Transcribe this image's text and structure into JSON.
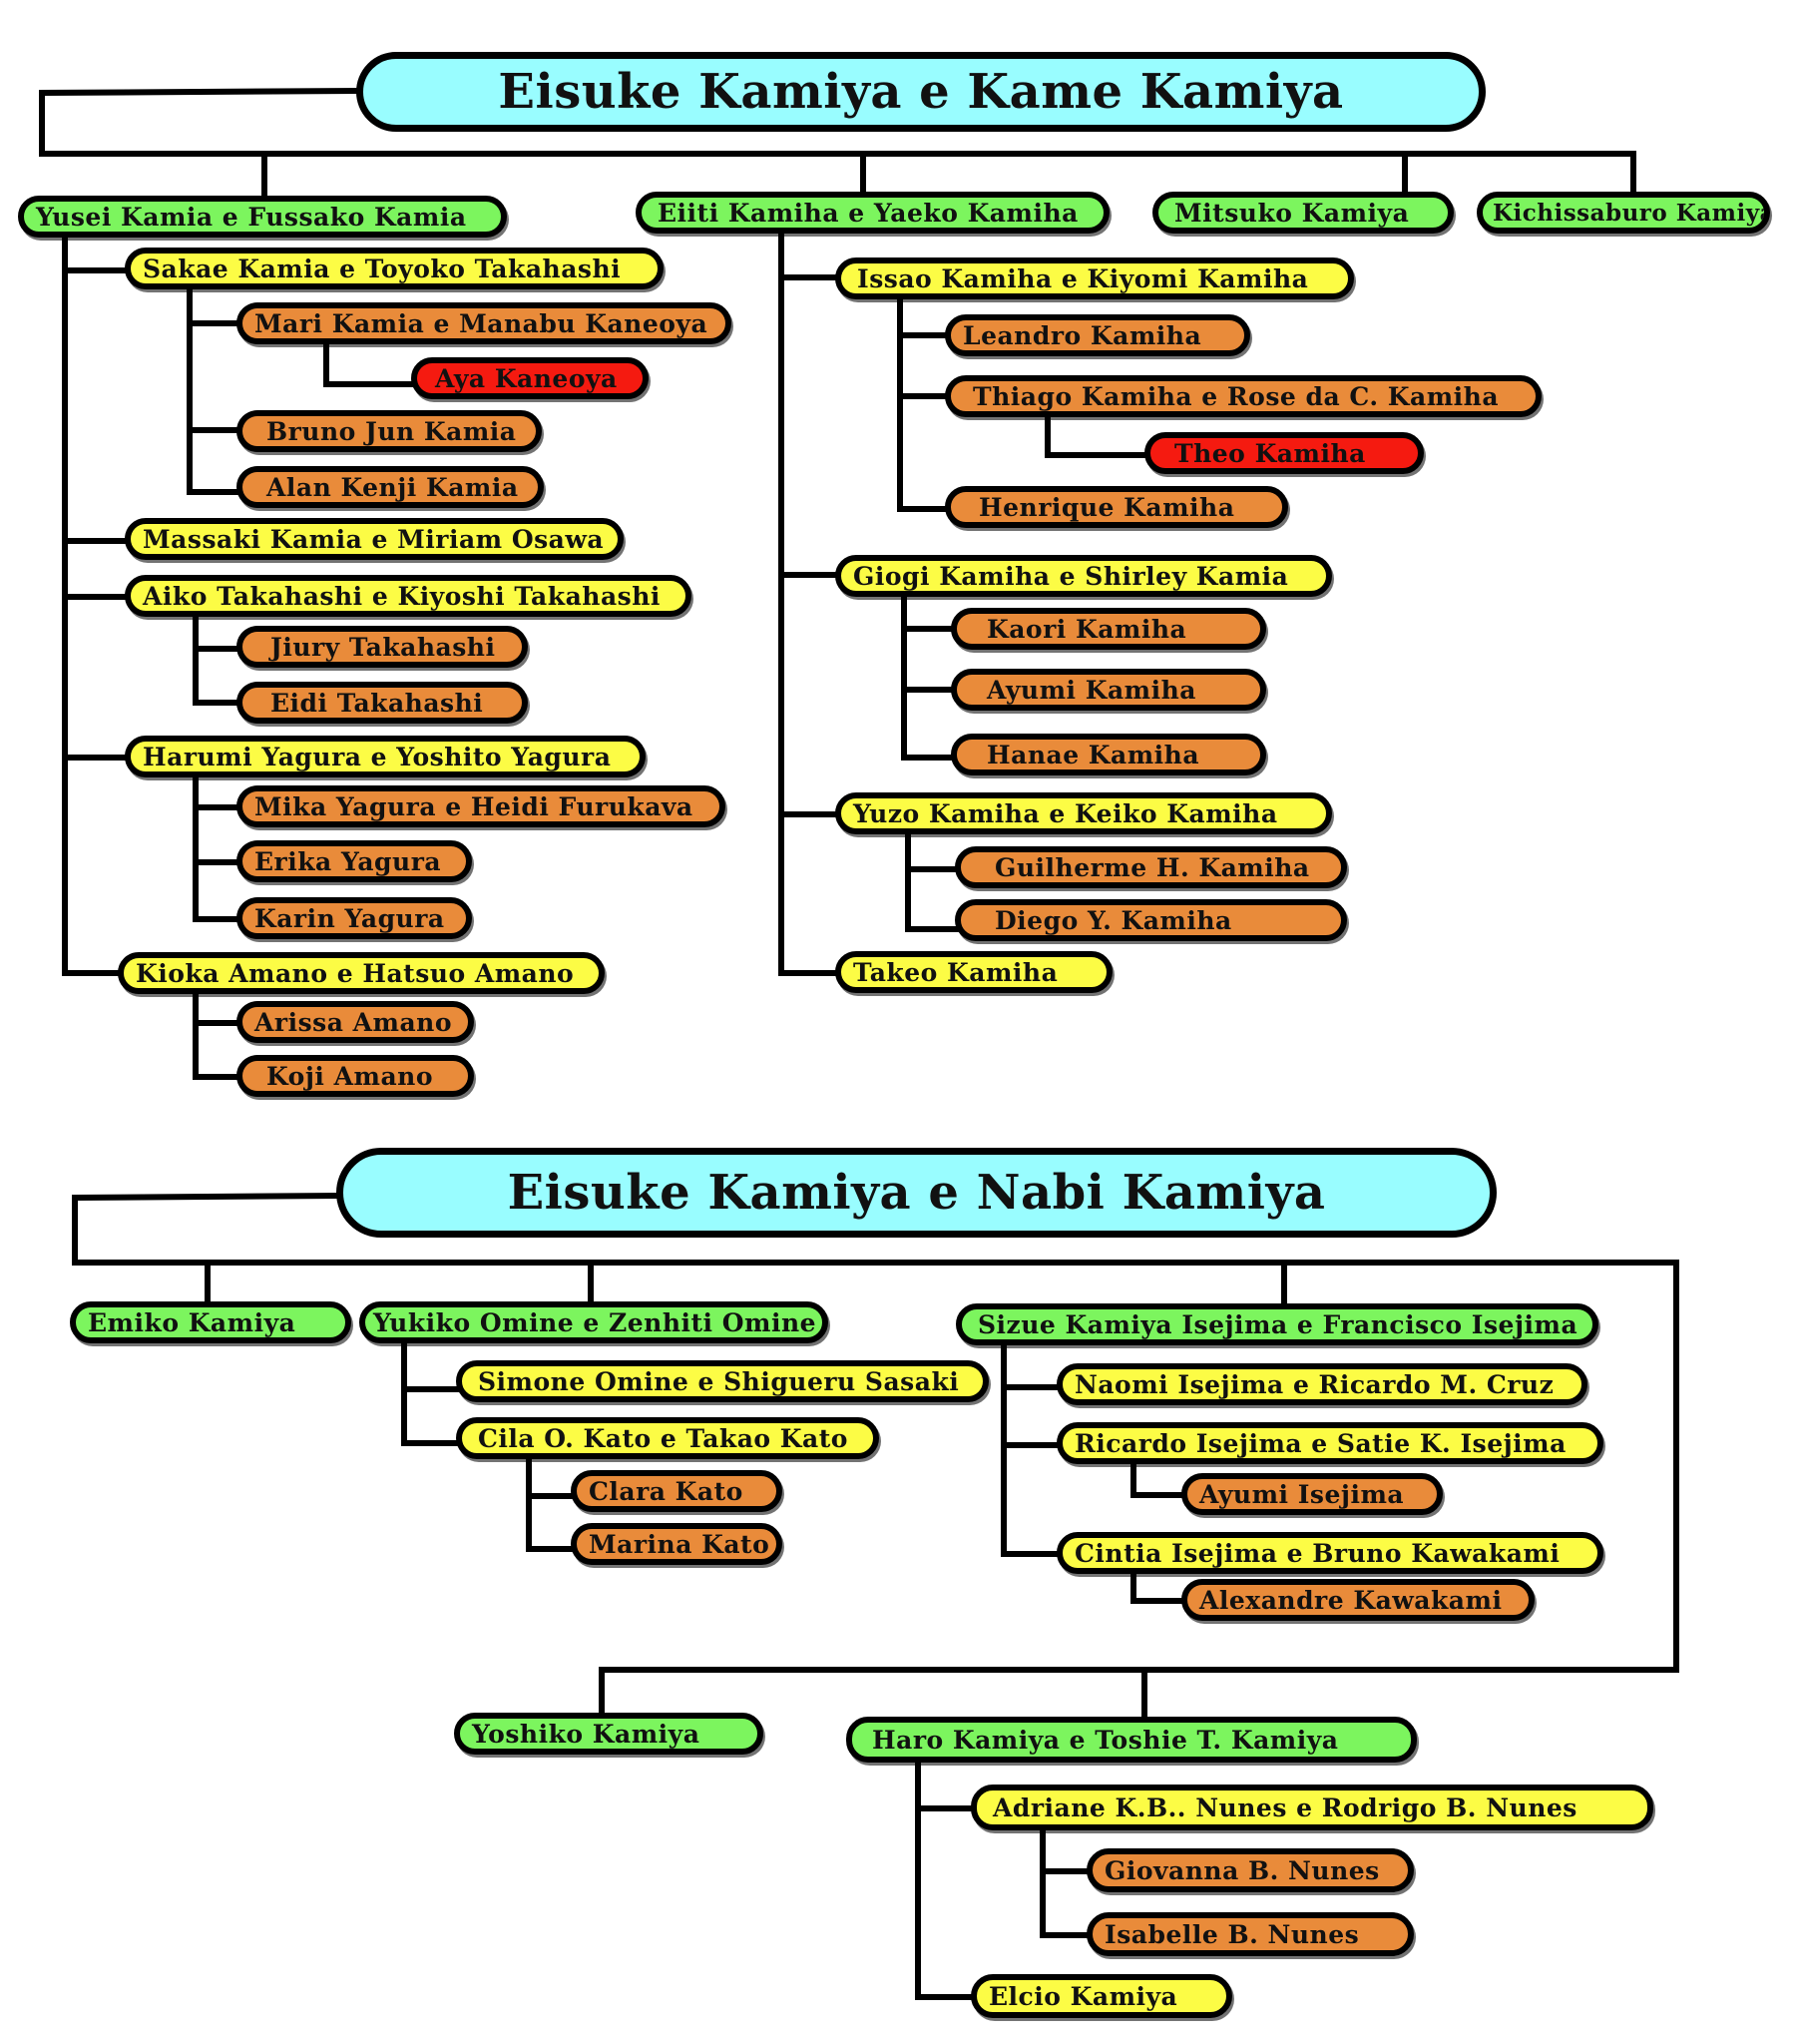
{
  "colors": {
    "root": "#99fdff",
    "generation_1": "#7cf55e",
    "generation_2": "#fcfc45",
    "generation_3": "#e98b3a",
    "generation_4": "#f51a10",
    "connector": "#000000"
  },
  "tree_1": {
    "root": "Eisuke Kamiya e Kame Kamiya",
    "yusei": "Yusei Kamia e Fussako Kamia",
    "sakae": "Sakae Kamia e Toyoko Takahashi",
    "mari": "Mari Kamia e Manabu Kaneoya",
    "aya": "Aya Kaneoya",
    "bruno": "Bruno Jun Kamia",
    "alan": "Alan Kenji Kamia",
    "massaki": "Massaki Kamia e Miriam Osawa",
    "aiko": "Aiko Takahashi e Kiyoshi Takahashi",
    "jiury": "Jiury Takahashi",
    "eidi": "Eidi Takahashi",
    "harumi": "Harumi Yagura e Yoshito Yagura",
    "mika": "Mika Yagura  e Heidi Furukava",
    "erika": "Erika Yagura",
    "karin": "Karin Yagura",
    "kioka": "Kioka Amano e Hatsuo Amano",
    "arissa": "Arissa Amano",
    "koji": "Koji Amano",
    "eiiti": "Eiiti Kamiha e Yaeko Kamiha",
    "issao": "Issao Kamiha e Kiyomi Kamiha",
    "leandro": "Leandro Kamiha",
    "thiago": "Thiago Kamiha e Rose da C. Kamiha",
    "theo": "Theo Kamiha",
    "henrique": "Henrique Kamiha",
    "giogi": "Giogi Kamiha e Shirley Kamia",
    "kaori": "Kaori Kamiha",
    "ayumi_k": "Ayumi Kamiha",
    "hanae": "Hanae Kamiha",
    "yuzo": "Yuzo Kamiha e Keiko Kamiha",
    "guilherme": "Guilherme H. Kamiha",
    "diego": "Diego Y. Kamiha",
    "takeo": "Takeo Kamiha",
    "mitsuko": "Mitsuko Kamiya",
    "kichissaburo": "Kichissaburo Kamiya"
  },
  "tree_2": {
    "root": "Eisuke Kamiya e Nabi Kamiya",
    "emiko": "Emiko Kamiya",
    "yukiko": "Yukiko Omine e Zenhiti Omine",
    "simone": "Simone Omine e  Shigueru Sasaki",
    "cila": "Cila O. Kato e Takao Kato",
    "clara": "Clara Kato",
    "marina": "Marina Kato",
    "sizue": "Sizue Kamiya Isejima e Francisco Isejima",
    "naomi": "Naomi Isejima e Ricardo M. Cruz",
    "ricardo": "Ricardo Isejima e Satie K. Isejima",
    "ayumi_i": "Ayumi Isejima",
    "cintia": "Cintia Isejima e Bruno Kawakami",
    "alexandre": "Alexandre Kawakami",
    "yoshiko": "Yoshiko Kamiya",
    "haro": "Haro Kamiya e Toshie T. Kamiya",
    "adriane": "Adriane K.B.. Nunes e Rodrigo B. Nunes",
    "giovanna": "Giovanna B. Nunes",
    "isabelle": "Isabelle B. Nunes",
    "elcio": "Elcio Kamiya"
  }
}
